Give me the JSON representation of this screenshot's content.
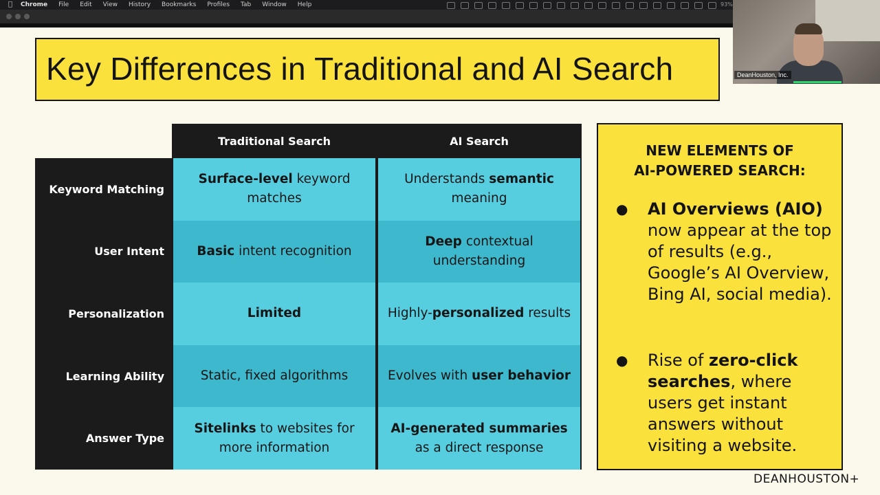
{
  "menubar": {
    "app": "Chrome",
    "items": [
      "File",
      "Edit",
      "View",
      "History",
      "Bookmarks",
      "Profiles",
      "Tab",
      "Window",
      "Help"
    ],
    "battery": "93%"
  },
  "slide": {
    "title": "Key Differences in Traditional and AI Search",
    "columns": [
      "Traditional Search",
      "AI Search"
    ],
    "rows": [
      {
        "label": "Keyword Matching",
        "traditional": [
          {
            "text": "Surface-level",
            "bold": true
          },
          {
            "text": " keyword matches",
            "bold": false
          }
        ],
        "ai": [
          {
            "text": "Understands ",
            "bold": false
          },
          {
            "text": "semantic",
            "bold": true
          },
          {
            "text": " meaning",
            "bold": false
          }
        ]
      },
      {
        "label": "User Intent",
        "traditional": [
          {
            "text": "Basic",
            "bold": true
          },
          {
            "text": " intent recognition",
            "bold": false
          }
        ],
        "ai": [
          {
            "text": "Deep",
            "bold": true
          },
          {
            "text": " contextual understanding",
            "bold": false
          }
        ]
      },
      {
        "label": "Personalization",
        "traditional": [
          {
            "text": "Limited",
            "bold": true
          }
        ],
        "ai": [
          {
            "text": "Highly-",
            "bold": false
          },
          {
            "text": "personalized",
            "bold": true
          },
          {
            "text": " results",
            "bold": false
          }
        ]
      },
      {
        "label": "Learning Ability",
        "traditional": [
          {
            "text": "Static, fixed algorithms",
            "bold": false
          }
        ],
        "ai": [
          {
            "text": "Evolves with ",
            "bold": false
          },
          {
            "text": "user behavior",
            "bold": true
          }
        ]
      },
      {
        "label": "Answer Type",
        "traditional": [
          {
            "text": "Sitelinks",
            "bold": true
          },
          {
            "text": " to websites for more information",
            "bold": false
          }
        ],
        "ai": [
          {
            "text": "AI-generated summaries",
            "bold": true
          },
          {
            "text": " as a direct response",
            "bold": false
          }
        ]
      }
    ],
    "callout": {
      "heading_line1": "NEW ELEMENTS OF",
      "heading_line2": "AI-POWERED SEARCH:",
      "bullets": [
        [
          {
            "text": "AI Overviews (AIO)",
            "bold": true
          },
          {
            "text": " now appear at the top of results (e.g., Google’s AI Overview, Bing AI, social media).",
            "bold": false
          }
        ],
        [
          {
            "text": "Rise of ",
            "bold": false
          },
          {
            "text": "zero-click searches",
            "bold": true
          },
          {
            "text": ", where users get instant answers without visiting a website.",
            "bold": false
          }
        ]
      ]
    },
    "brand": "DEANHOUSTON+"
  },
  "webcam": {
    "label": "DeanHouston, Inc."
  },
  "colors": {
    "title_bg": "#fbe13c",
    "cell_light": "#56cee0",
    "cell_dark": "#3db8cc",
    "dark": "#1b1b1b",
    "slide_bg": "#fbf8ec"
  }
}
